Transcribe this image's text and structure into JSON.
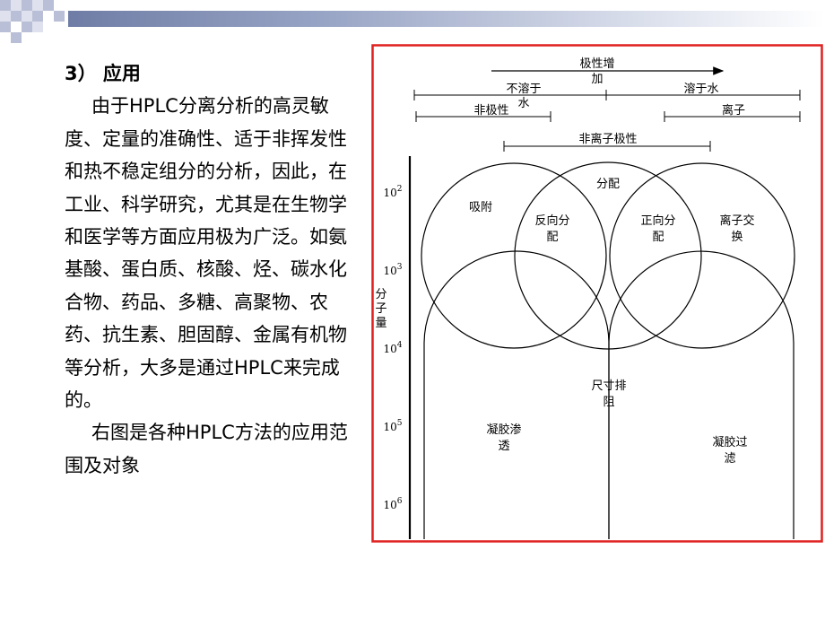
{
  "slide": {
    "heading": "3） 应用",
    "para1": "由于HPLC分离分析的高灵敏度、定量的准确性、适于非挥发性和热不稳定组分的分析，因此，在工业、科学研究，尤其是在生物学和医学等方面应用极为广泛。如氨基酸、蛋白质、核酸、烃、碳水化合物、药品、多糖、高聚物、农药、抗生素、胆固醇、金属有机物等分析，大多是通过HPLC来完成的。",
    "para2": "右图是各种HPLC方法的应用范围及对象"
  },
  "diagram": {
    "border_color": "#e02020",
    "polarity_label_1": "极性增",
    "polarity_label_2": "加",
    "insoluble_1": "不溶于",
    "insoluble_2": "水",
    "soluble": "溶于水",
    "nonpolar": "非极性",
    "ionic": "离子",
    "nonionic_polar": "非离子极性",
    "axis_label": [
      "分",
      "子",
      "量"
    ],
    "ticks": [
      {
        "base": "10",
        "exp": "2"
      },
      {
        "base": "10",
        "exp": "3"
      },
      {
        "base": "10",
        "exp": "4"
      },
      {
        "base": "10",
        "exp": "5"
      },
      {
        "base": "10",
        "exp": "6"
      }
    ],
    "adsorption": "吸附",
    "partition": "分配",
    "reverse_phase": [
      "反向分",
      "配"
    ],
    "normal_phase": [
      "正向分",
      "配"
    ],
    "ion_exchange": [
      "离子交",
      "换"
    ],
    "size_exclusion": [
      "尺寸排",
      "阻"
    ],
    "gel_permeation": [
      "凝胶渗",
      "透"
    ],
    "gel_filtration": [
      "凝胶过",
      "滤"
    ]
  }
}
